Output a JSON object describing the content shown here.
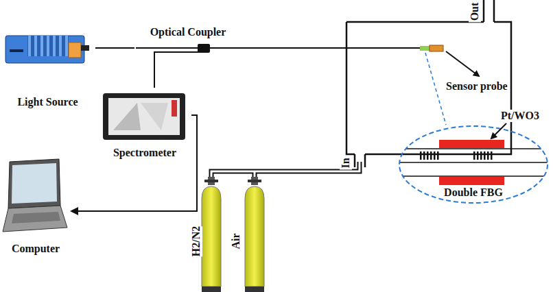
{
  "diagram": {
    "nodes": [
      {
        "text": [
          "Light Source"
        ]
      },
      {
        "text": [
          "Optical Coupler"
        ]
      },
      {
        "text": [
          "Spectrometer"
        ]
      },
      {
        "text": [
          "Computer"
        ]
      },
      {
        "text": [
          "H2/N2"
        ]
      },
      {
        "text": [
          "Air"
        ]
      }
    ],
    "edges": [
      {
        "from": 0,
        "to": 1,
        "arrow": "none"
      },
      {
        "from": 1,
        "to": 2,
        "arrow": "none"
      },
      {
        "from": 2,
        "to": 3,
        "arrow": "to"
      }
    ],
    "labels": [
      "Out",
      "In",
      "Sensor probe",
      "Pt/WO3",
      "Double FBG"
    ]
  }
}
